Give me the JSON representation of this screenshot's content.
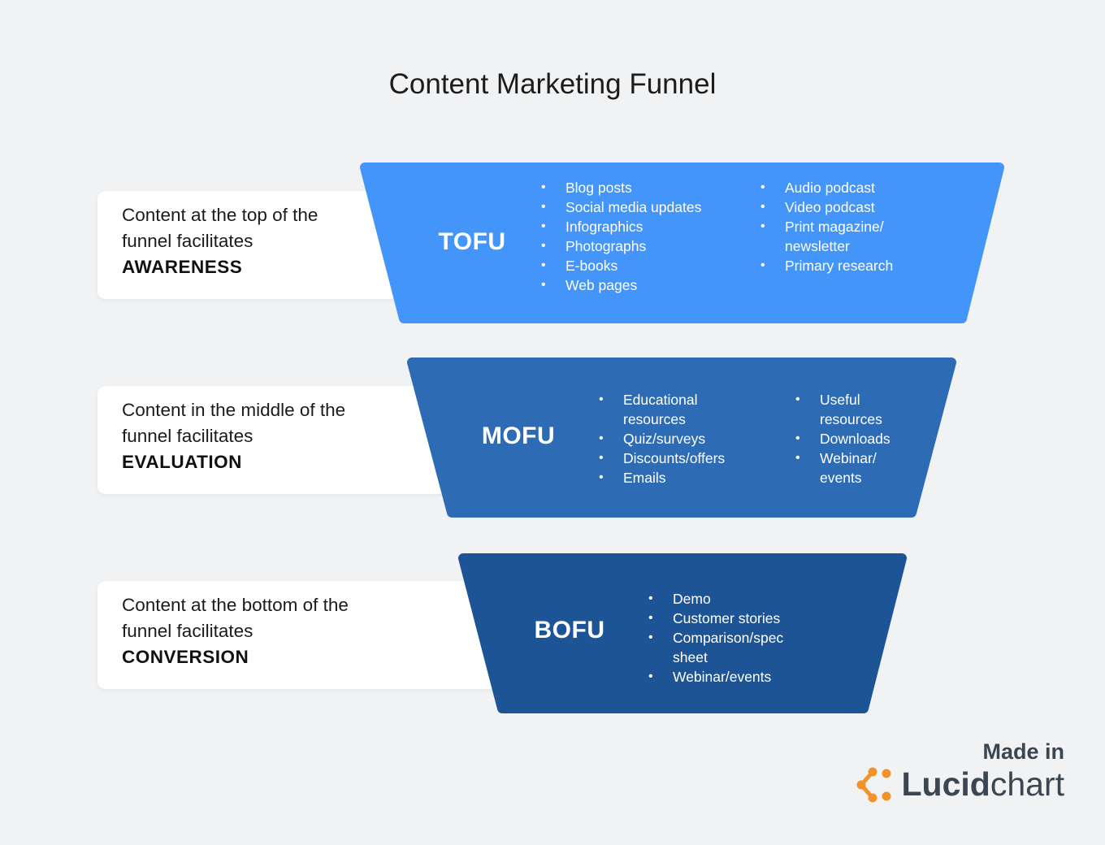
{
  "title": "Content Marketing Funnel",
  "page_background": "#F1F2F4",
  "rows": [
    {
      "stage": "TOFU",
      "description_line1": "Content at the top of the",
      "description_line2": "funnel facilitates",
      "keyword": "AWARENESS",
      "color": "#4495FA",
      "items_left": [
        "Blog posts",
        "Social media updates",
        "Infographics",
        "Photographs",
        "E-books",
        "Web pages"
      ],
      "items_right": [
        "Audio podcast",
        "Video podcast",
        "Print magazine/\nnewsletter",
        "Primary research"
      ]
    },
    {
      "stage": "MOFU",
      "description_line1": "Content in the middle of the",
      "description_line2": "funnel facilitates",
      "keyword": "EVALUATION",
      "color": "#2D6CB5",
      "items_left": [
        "Educational\nresources",
        "Quiz/surveys",
        "Discounts/offers",
        "Emails"
      ],
      "items_right": [
        "Useful\nresources",
        "Downloads",
        "Webinar/\nevents"
      ]
    },
    {
      "stage": "BOFU",
      "description_line1": "Content at the bottom of the",
      "description_line2": "funnel facilitates",
      "keyword": "CONVERSION",
      "color": "#1D5496",
      "items_left": [
        "Demo",
        "Customer stories",
        "Comparison/spec\nsheet",
        "Webinar/events"
      ],
      "items_right": []
    }
  ],
  "footer": {
    "made_in": "Made in",
    "brand_bold": "Lucid",
    "brand_regular": "chart",
    "logo_color": "#F0932B",
    "text_color": "#3C4650"
  }
}
